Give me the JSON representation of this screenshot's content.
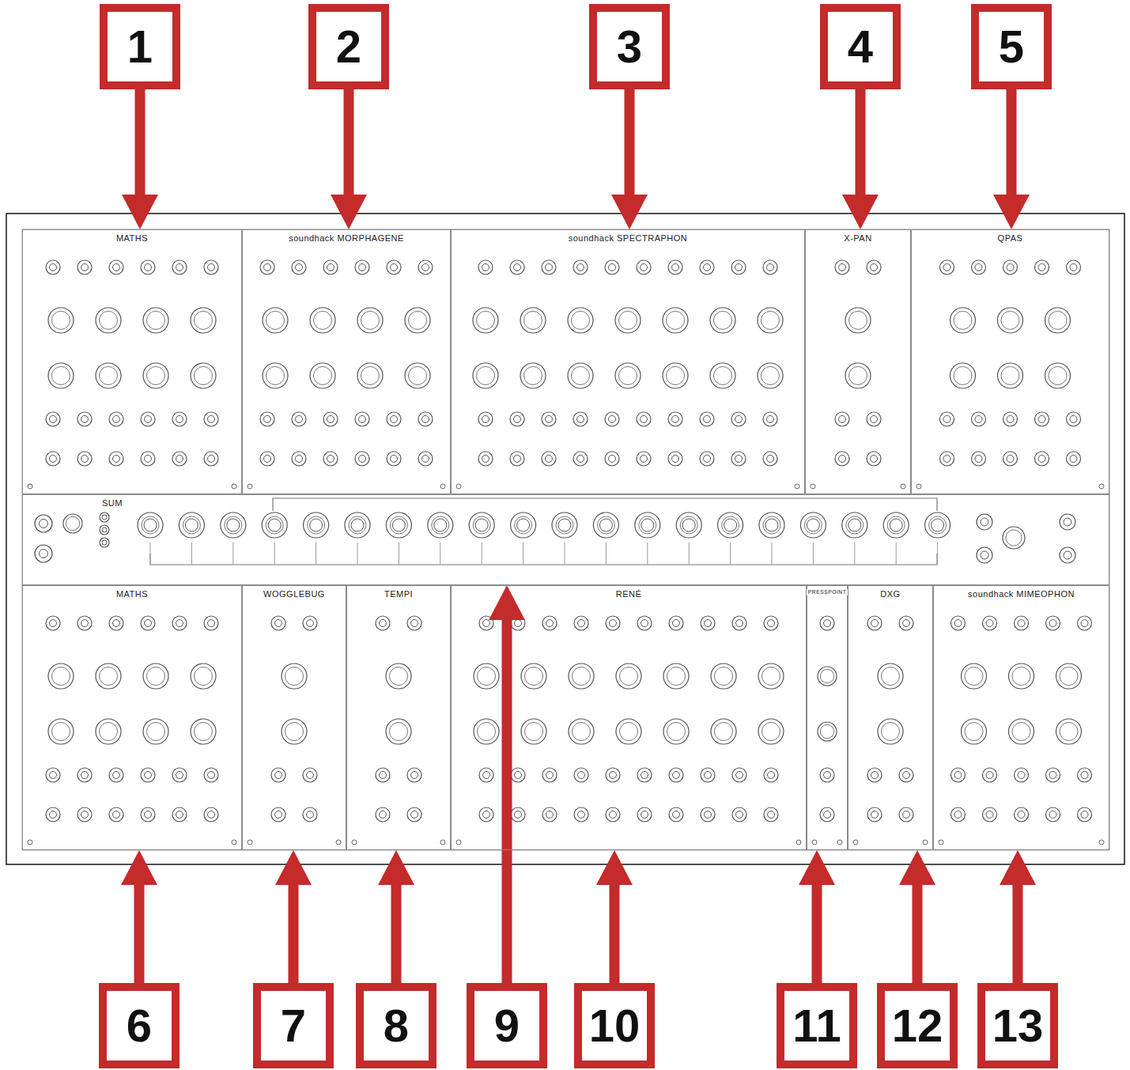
{
  "diagram": {
    "nodes": [
      {
        "text": [
          "1"
        ]
      },
      {
        "text": [
          "2"
        ]
      },
      {
        "text": [
          "3"
        ]
      },
      {
        "text": [
          "4"
        ]
      },
      {
        "text": [
          "5"
        ]
      },
      {
        "text": [
          "MATHS"
        ]
      },
      {
        "text": [
          "soundhack MORPHAGENE"
        ]
      },
      {
        "text": [
          "soundhack SPECTRAPHON"
        ]
      },
      {
        "text": [
          "X-PAN"
        ]
      },
      {
        "text": [
          "QPAS"
        ]
      },
      {
        "text": [
          "SUM"
        ]
      },
      {
        "text": [
          "MATHS"
        ]
      },
      {
        "text": [
          "WOGGLEBUG"
        ]
      },
      {
        "text": [
          "TEMPI"
        ]
      },
      {
        "text": [
          "RENÉ"
        ]
      },
      {
        "text": [
          "PRESSPOINT"
        ]
      },
      {
        "text": [
          "DXG"
        ]
      },
      {
        "text": [
          "soundhack MIMEOPHON"
        ]
      },
      {
        "text": [
          "6"
        ]
      },
      {
        "text": [
          "7"
        ]
      },
      {
        "text": [
          "8"
        ]
      },
      {
        "text": [
          "9"
        ]
      },
      {
        "text": [
          "10"
        ]
      },
      {
        "text": [
          "11"
        ]
      },
      {
        "text": [
          "12"
        ]
      },
      {
        "text": [
          "13"
        ]
      }
    ],
    "edges": [
      {
        "from": 0,
        "to": 5,
        "arrow": "to"
      },
      {
        "from": 1,
        "to": 6,
        "arrow": "to"
      },
      {
        "from": 2,
        "to": 7,
        "arrow": "to"
      },
      {
        "from": 3,
        "to": 8,
        "arrow": "to"
      },
      {
        "from": 4,
        "to": 9,
        "arrow": "to"
      },
      {
        "from": 18,
        "to": 11,
        "arrow": "to"
      },
      {
        "from": 19,
        "to": 12,
        "arrow": "to"
      },
      {
        "from": 20,
        "to": 13,
        "arrow": "to"
      },
      {
        "from": 21,
        "to": 10,
        "arrow": "to"
      },
      {
        "from": 22,
        "to": 14,
        "arrow": "to"
      },
      {
        "from": 23,
        "to": 15,
        "arrow": "to"
      },
      {
        "from": 24,
        "to": 16,
        "arrow": "to"
      },
      {
        "from": 25,
        "to": 17,
        "arrow": "to"
      }
    ]
  }
}
